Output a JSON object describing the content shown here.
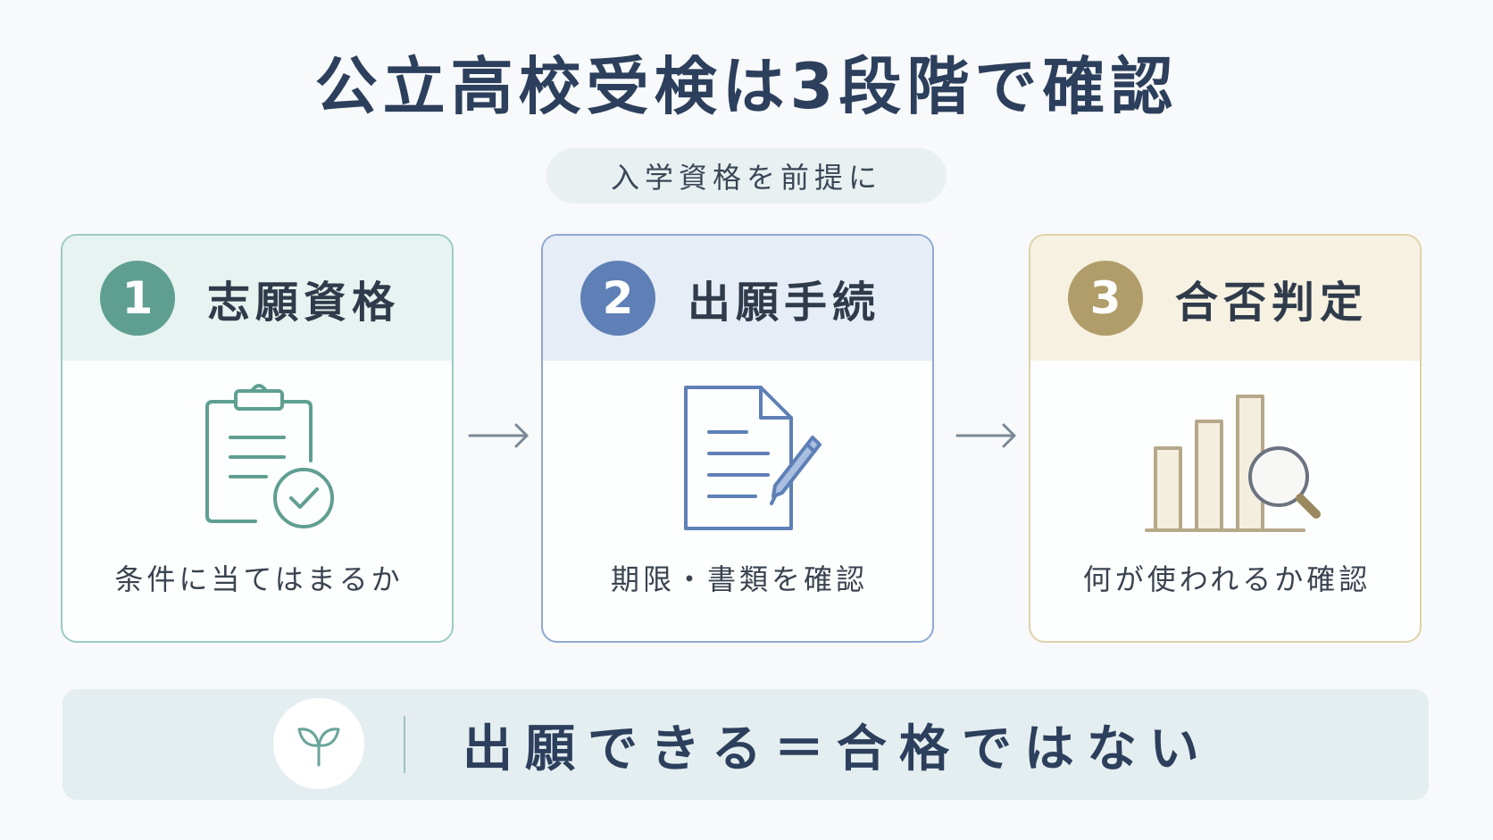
{
  "title": "公立高校受検は3段階で確認",
  "subtitle": "入学資格を前提に",
  "steps": [
    {
      "number": "1",
      "title": "志願資格",
      "description": "条件に当てはまるか",
      "icon": "clipboard-check-icon",
      "color": "#5f9f92"
    },
    {
      "number": "2",
      "title": "出願手続",
      "description": "期限・書類を確認",
      "icon": "document-pen-icon",
      "color": "#5e80b6"
    },
    {
      "number": "3",
      "title": "合否判定",
      "description": "何が使われるか確認",
      "icon": "chart-magnifier-icon",
      "color": "#b19d69"
    }
  ],
  "banner": {
    "icon": "sprout-icon",
    "text": "出願できる＝合格ではない"
  }
}
